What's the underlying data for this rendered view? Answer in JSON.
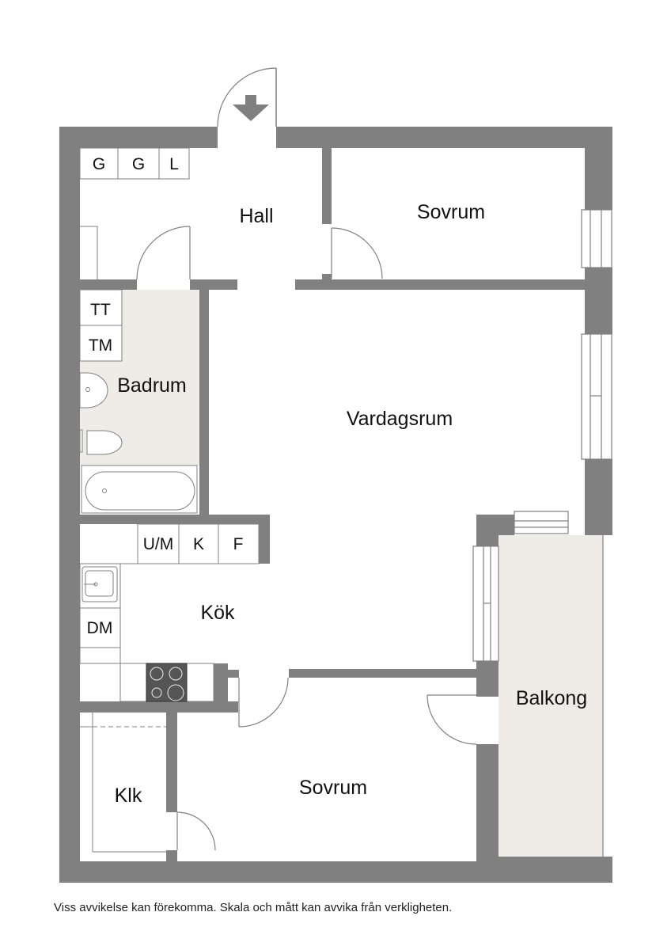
{
  "colors": {
    "wall": "#808080",
    "wet_floor": "#efebe6",
    "balcony_floor": "#efebe6",
    "line": "#808080",
    "fixture": "#333333"
  },
  "rooms": {
    "hall": "Hall",
    "sovrum_top": "Sovrum",
    "badrum": "Badrum",
    "vardagsrum": "Vardagsrum",
    "kok": "Kök",
    "balkong": "Balkong",
    "klk": "Klk",
    "sovrum_bottom": "Sovrum"
  },
  "cabinets": {
    "hall_g1": "G",
    "hall_g2": "G",
    "hall_l": "L",
    "tt": "TT",
    "tm": "TM",
    "um": "U/M",
    "k": "K",
    "f": "F",
    "dm": "DM"
  },
  "icons": {
    "entrance": "arrow-down-icon"
  },
  "disclaimer": "Viss avvikelse kan förekomma. Skala och mått kan avvika från verkligheten."
}
